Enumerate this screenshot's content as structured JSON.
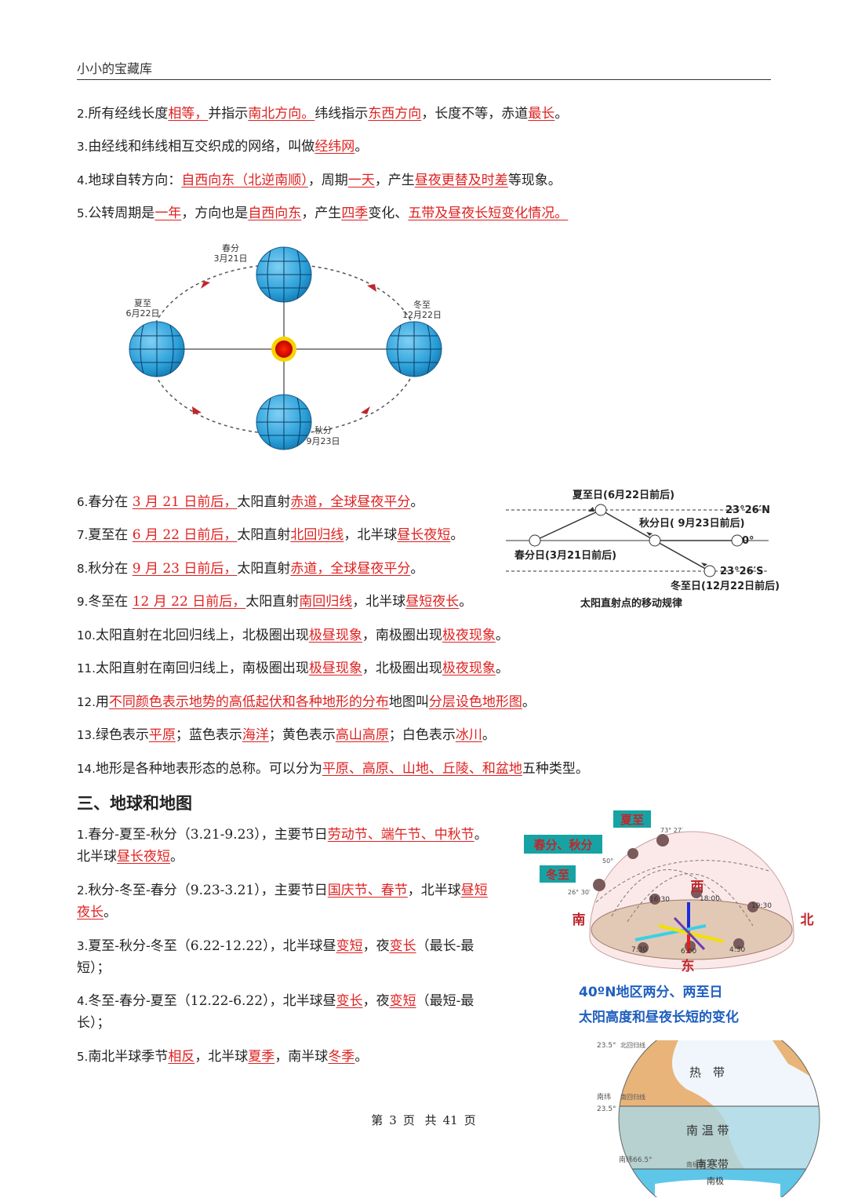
{
  "header": {
    "title": "小小的宝藏库"
  },
  "items_top": [
    {
      "num": "2.",
      "parts": [
        {
          "t": "所有经线长度"
        },
        {
          "t": "相等，",
          "r": true
        },
        {
          "t": "并指示"
        },
        {
          "t": "南北方向。",
          "r": true
        },
        {
          "t": "纬线指示"
        },
        {
          "t": "东西方向",
          "r": true
        },
        {
          "t": "，长度不等，赤道"
        },
        {
          "t": "最长",
          "r": true
        },
        {
          "t": "。"
        }
      ]
    },
    {
      "num": "3.",
      "parts": [
        {
          "t": "由经线和纬线相互交织成的网络，叫做"
        },
        {
          "t": "经纬网",
          "r": true
        },
        {
          "t": "。"
        }
      ]
    },
    {
      "num": "4.",
      "parts": [
        {
          "t": "地球自转方向："
        },
        {
          "t": "自西向东（北逆南顺）",
          "r": true
        },
        {
          "t": "，周期"
        },
        {
          "t": "一天",
          "r": true
        },
        {
          "t": "，产生"
        },
        {
          "t": "昼夜更替及时差",
          "r": true
        },
        {
          "t": "等现象。"
        }
      ]
    },
    {
      "num": "5.",
      "parts": [
        {
          "t": "公转周期是"
        },
        {
          "t": "一年",
          "r": true
        },
        {
          "t": "，方向也是"
        },
        {
          "t": "自西向东",
          "r": true
        },
        {
          "t": "，产生"
        },
        {
          "t": "四季",
          "r": true
        },
        {
          "t": "变化、"
        },
        {
          "t": "五带及昼夜长短变化情况。",
          "r": true
        }
      ]
    }
  ],
  "orbit_diagram": {
    "spring": {
      "name": "春分",
      "date": "3月21日"
    },
    "summer": {
      "name": "夏至",
      "date": "6月22日"
    },
    "winter": {
      "name": "冬至",
      "date": "12月22日"
    },
    "autumn": {
      "name": "秋分",
      "date": "9月23日"
    }
  },
  "items_mid": [
    {
      "num": "6.",
      "parts": [
        {
          "t": "春分在 "
        },
        {
          "t": "3 月 21 日前后，",
          "r": true
        },
        {
          "t": "太阳直射"
        },
        {
          "t": "赤道，全球昼夜平分",
          "r": true
        },
        {
          "t": "。"
        }
      ]
    },
    {
      "num": "7.",
      "parts": [
        {
          "t": "夏至在 "
        },
        {
          "t": "6 月 22 日前后，",
          "r": true
        },
        {
          "t": "太阳直射"
        },
        {
          "t": "北回归线",
          "r": true
        },
        {
          "t": "，北半球"
        },
        {
          "t": "昼长夜短",
          "r": true
        },
        {
          "t": "。"
        }
      ]
    },
    {
      "num": "8.",
      "parts": [
        {
          "t": "秋分在 "
        },
        {
          "t": "9 月 23 日前后，",
          "r": true
        },
        {
          "t": "太阳直射"
        },
        {
          "t": "赤道，全球昼夜平分",
          "r": true
        },
        {
          "t": "。"
        }
      ]
    },
    {
      "num": "9.",
      "parts": [
        {
          "t": "冬至在 "
        },
        {
          "t": "12 月 22 日前后，",
          "r": true
        },
        {
          "t": "太阳直射"
        },
        {
          "t": "南回归线",
          "r": true
        },
        {
          "t": "，北半球"
        },
        {
          "t": "昼短夜长",
          "r": true
        },
        {
          "t": "。"
        }
      ]
    },
    {
      "num": "10.",
      "parts": [
        {
          "t": "太阳直射在北回归线上，北极圈出现"
        },
        {
          "t": "极昼现象",
          "r": true
        },
        {
          "t": "，南极圈出现"
        },
        {
          "t": "极夜现象",
          "r": true
        },
        {
          "t": "。"
        }
      ]
    },
    {
      "num": "11.",
      "parts": [
        {
          "t": "太阳直射在南回归线上，南极圈出现"
        },
        {
          "t": "极昼现象",
          "r": true
        },
        {
          "t": "，北极圈出现"
        },
        {
          "t": "极夜现象",
          "r": true
        },
        {
          "t": "。"
        }
      ]
    },
    {
      "num": "12.",
      "parts": [
        {
          "t": "用"
        },
        {
          "t": "不同颜色表示地势的高低起伏和各种地形的分布",
          "r": true
        },
        {
          "t": "地图叫"
        },
        {
          "t": "分层设色地形图",
          "r": true
        },
        {
          "t": "。"
        }
      ]
    },
    {
      "num": "13.",
      "parts": [
        {
          "t": "绿色表示"
        },
        {
          "t": "平原",
          "r": true
        },
        {
          "t": "；蓝色表示"
        },
        {
          "t": "海洋",
          "r": true
        },
        {
          "t": "；黄色表示"
        },
        {
          "t": "高山高原",
          "r": true
        },
        {
          "t": "；白色表示"
        },
        {
          "t": "冰川",
          "r": true
        },
        {
          "t": "。"
        }
      ]
    },
    {
      "num": "14.",
      "parts": [
        {
          "t": "地形是各种地表形态的总称。可以分为"
        },
        {
          "t": "平原、高原、山地、丘陵、和盆地",
          "r": true
        },
        {
          "t": "五种类型。"
        }
      ]
    }
  ],
  "sun_diagram": {
    "summer": "夏至日(6月22日前后)",
    "lat_n": "23°26′N",
    "autumn": "秋分日( 9月23日前后)",
    "equator": "0°",
    "spring": "春分日(3月21日前后)",
    "lat_s": "23°26′S",
    "winter": "冬至日(12月22日前后)",
    "caption": "太阳直射点的移动规律"
  },
  "section": {
    "title": "三、地球和地图"
  },
  "items_bottom": [
    {
      "num": "1.",
      "parts": [
        {
          "t": "春分-夏至-秋分（3.21-9.23），主要节日"
        },
        {
          "t": "劳动节、端午节、中秋节",
          "r": true
        },
        {
          "t": "。北半球"
        },
        {
          "t": "昼长夜短",
          "r": true
        },
        {
          "t": "。"
        }
      ]
    },
    {
      "num": "2.",
      "parts": [
        {
          "t": "秋分-冬至-春分（9.23-3.21），主要节日"
        },
        {
          "t": "国庆节、春节",
          "r": true
        },
        {
          "t": "，北半球"
        },
        {
          "t": "昼短夜长",
          "r": true
        },
        {
          "t": "。"
        }
      ]
    },
    {
      "num": "3.",
      "parts": [
        {
          "t": "夏至-秋分-冬至（6.22-12.22），北半球昼"
        },
        {
          "t": "变短",
          "r": true
        },
        {
          "t": "，夜"
        },
        {
          "t": "变长",
          "r": true
        },
        {
          "t": "（最长-最短）；"
        }
      ]
    },
    {
      "num": "4.",
      "parts": [
        {
          "t": "冬至-春分-夏至（12.22-6.22），北半球昼"
        },
        {
          "t": "变长",
          "r": true
        },
        {
          "t": "，夜"
        },
        {
          "t": "变短",
          "r": true
        },
        {
          "t": "（最短-最长）；"
        }
      ]
    },
    {
      "num": "5.",
      "parts": [
        {
          "t": "南北半球季节"
        },
        {
          "t": "相反",
          "r": true
        },
        {
          "t": "，北半球"
        },
        {
          "t": "夏季",
          "r": true
        },
        {
          "t": "，南半球"
        },
        {
          "t": "冬季",
          "r": true
        },
        {
          "t": "。"
        }
      ]
    }
  ],
  "dome_diagram": {
    "summer": "夏至",
    "equinox": "春分、秋分",
    "winter": "冬至",
    "west": "西",
    "south": "南",
    "north": "北",
    "east": "东",
    "angle_73": "73° 27′",
    "angle_50": "50°",
    "angle_26": "26° 30′",
    "t1630": "16:30",
    "t1800": "18:00",
    "t1930": "19:30",
    "t730": "7:30",
    "t600": "6:00",
    "t430": "4:30",
    "caption1": "40ºN地区两分、两至日",
    "caption2": "太阳高度和昼夜长短的变化"
  },
  "zone_map": {
    "lat235_top": "23.5°",
    "tropic_n": "北回归线",
    "hot_zone": "热　带",
    "south_lat": "南纬",
    "tropic_s": "南回归线",
    "lat235": "23.5°",
    "south_temperate": "南 温 带",
    "antarctic_circle": "南极圈",
    "lat665": "南纬66.5°",
    "south_frigid": "南寒带",
    "south_pole": "南极"
  },
  "footer": {
    "a": "第",
    "page": "3",
    "b": "页",
    "c": "共",
    "total": "41",
    "d": "页"
  }
}
